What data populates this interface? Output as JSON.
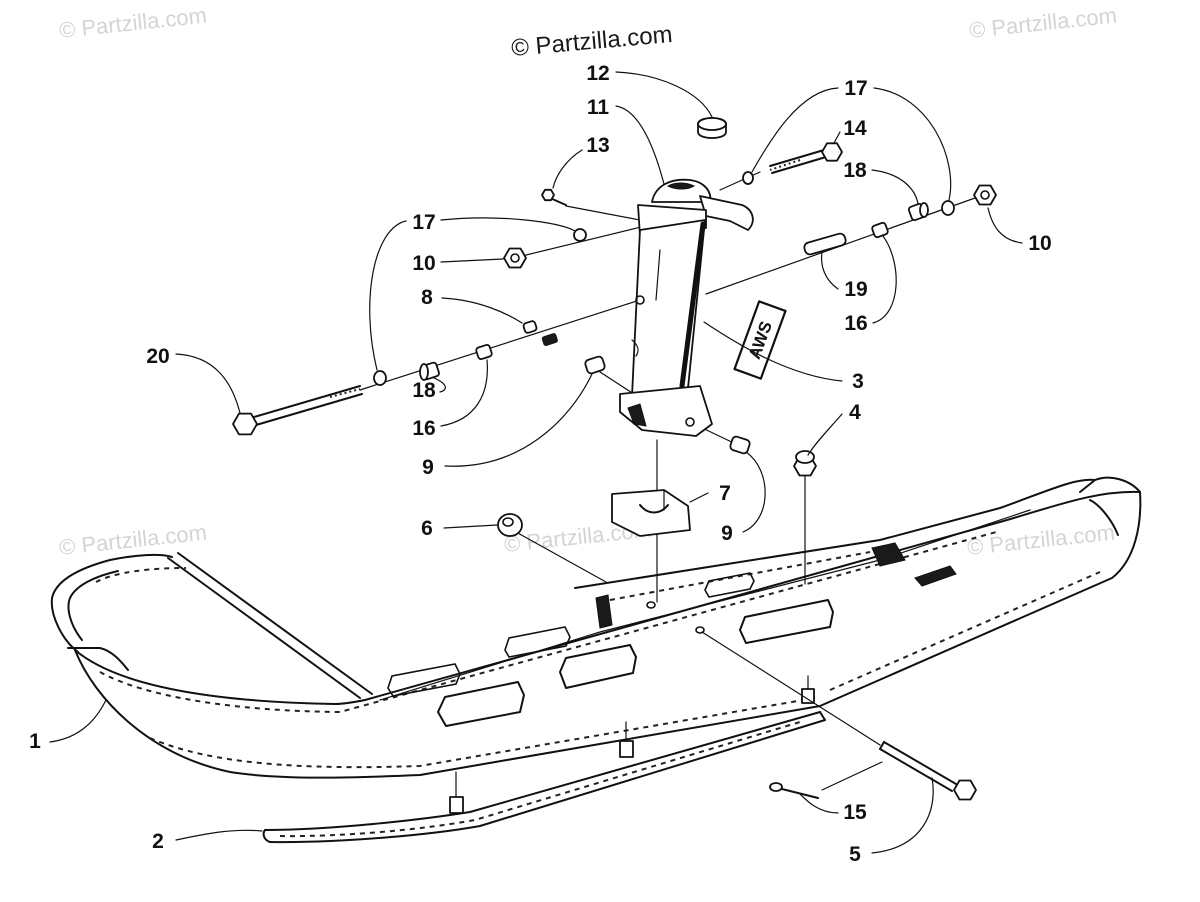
{
  "watermark": "© Partzilla.com",
  "plate_label": "AWS",
  "callouts": [
    "12",
    "11",
    "13",
    "17",
    "14",
    "18",
    "10",
    "17",
    "10",
    "8",
    "19",
    "16",
    "3",
    "20",
    "18",
    "16",
    "4",
    "9",
    "9",
    "7",
    "6",
    "1",
    "2",
    "15",
    "5"
  ]
}
